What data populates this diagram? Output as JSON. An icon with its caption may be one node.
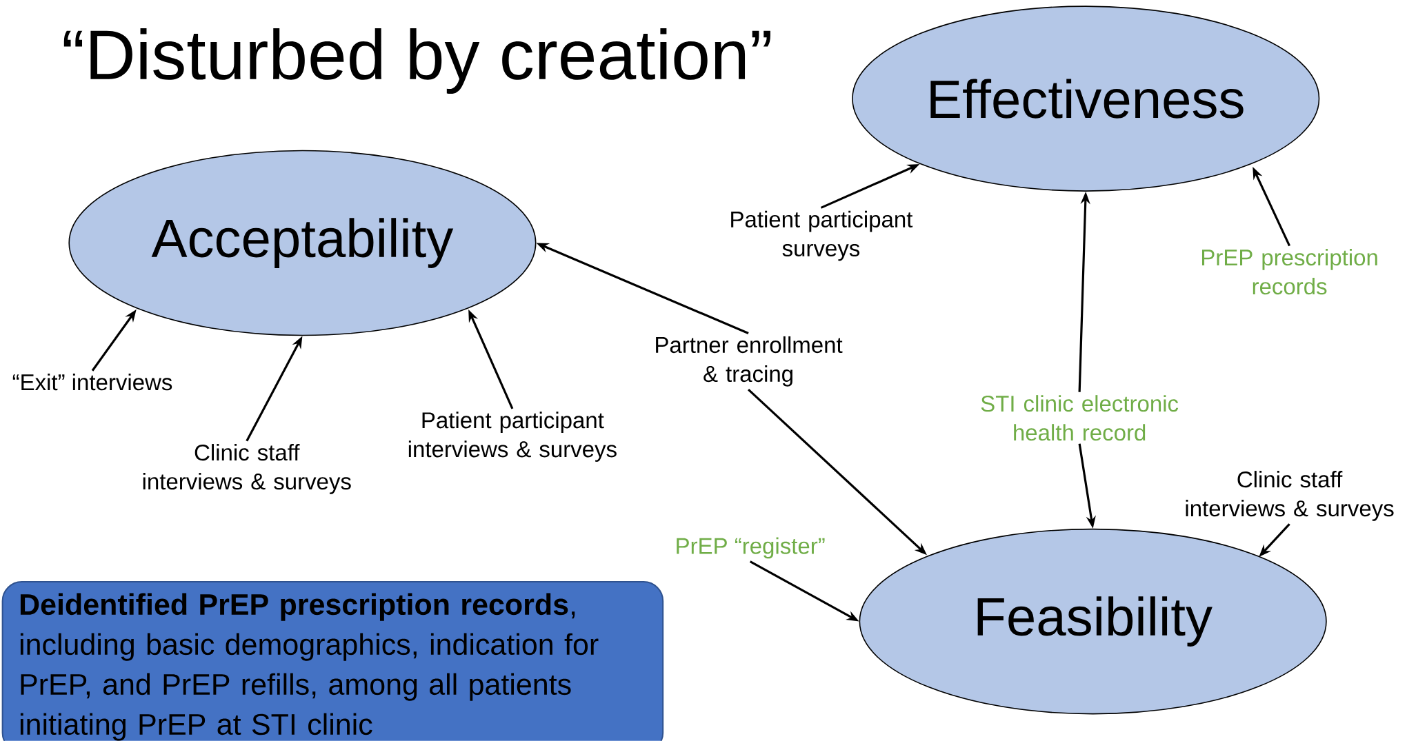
{
  "diagram": {
    "title": "“Disturbed by creation”",
    "nodes": [
      {
        "text": [
          "Acceptability"
        ]
      },
      {
        "text": [
          "Effectiveness"
        ]
      },
      {
        "text": [
          "Feasibility"
        ]
      },
      {
        "text": [
          "“Exit” interviews"
        ]
      },
      {
        "text": [
          "Clinic staff interviews & surveys"
        ]
      },
      {
        "text": [
          "Patient participant interviews & surveys"
        ]
      },
      {
        "text": [
          "Partner enrollment & tracing"
        ]
      },
      {
        "text": [
          "Patient participant surveys"
        ]
      },
      {
        "text": [
          "STI clinic electronic health record"
        ]
      },
      {
        "text": [
          "PrEP prescription records"
        ]
      },
      {
        "text": [
          "Clinic staff interviews & surveys"
        ]
      },
      {
        "text": [
          "PrEP “register”"
        ]
      },
      {
        "text": [
          "**Deidentified PrEP prescription records**, including basic demographics, indication for PrEP, and PrEP refills, among all patients initiating PrEP at STI clinic"
        ]
      }
    ],
    "edges": [
      {
        "from": 3,
        "to": 0,
        "arrow": "to"
      },
      {
        "from": 4,
        "to": 0,
        "arrow": "to"
      },
      {
        "from": 5,
        "to": 0,
        "arrow": "to"
      },
      {
        "from": 6,
        "to": 0,
        "arrow": "to"
      },
      {
        "from": 6,
        "to": 2,
        "arrow": "to"
      },
      {
        "from": 7,
        "to": 1,
        "arrow": "to"
      },
      {
        "from": 8,
        "to": 1,
        "arrow": "to"
      },
      {
        "from": 8,
        "to": 2,
        "arrow": "to"
      },
      {
        "from": 9,
        "to": 1,
        "arrow": "to"
      },
      {
        "from": 10,
        "to": 2,
        "arrow": "to"
      },
      {
        "from": 11,
        "to": 2,
        "arrow": "to"
      }
    ]
  }
}
